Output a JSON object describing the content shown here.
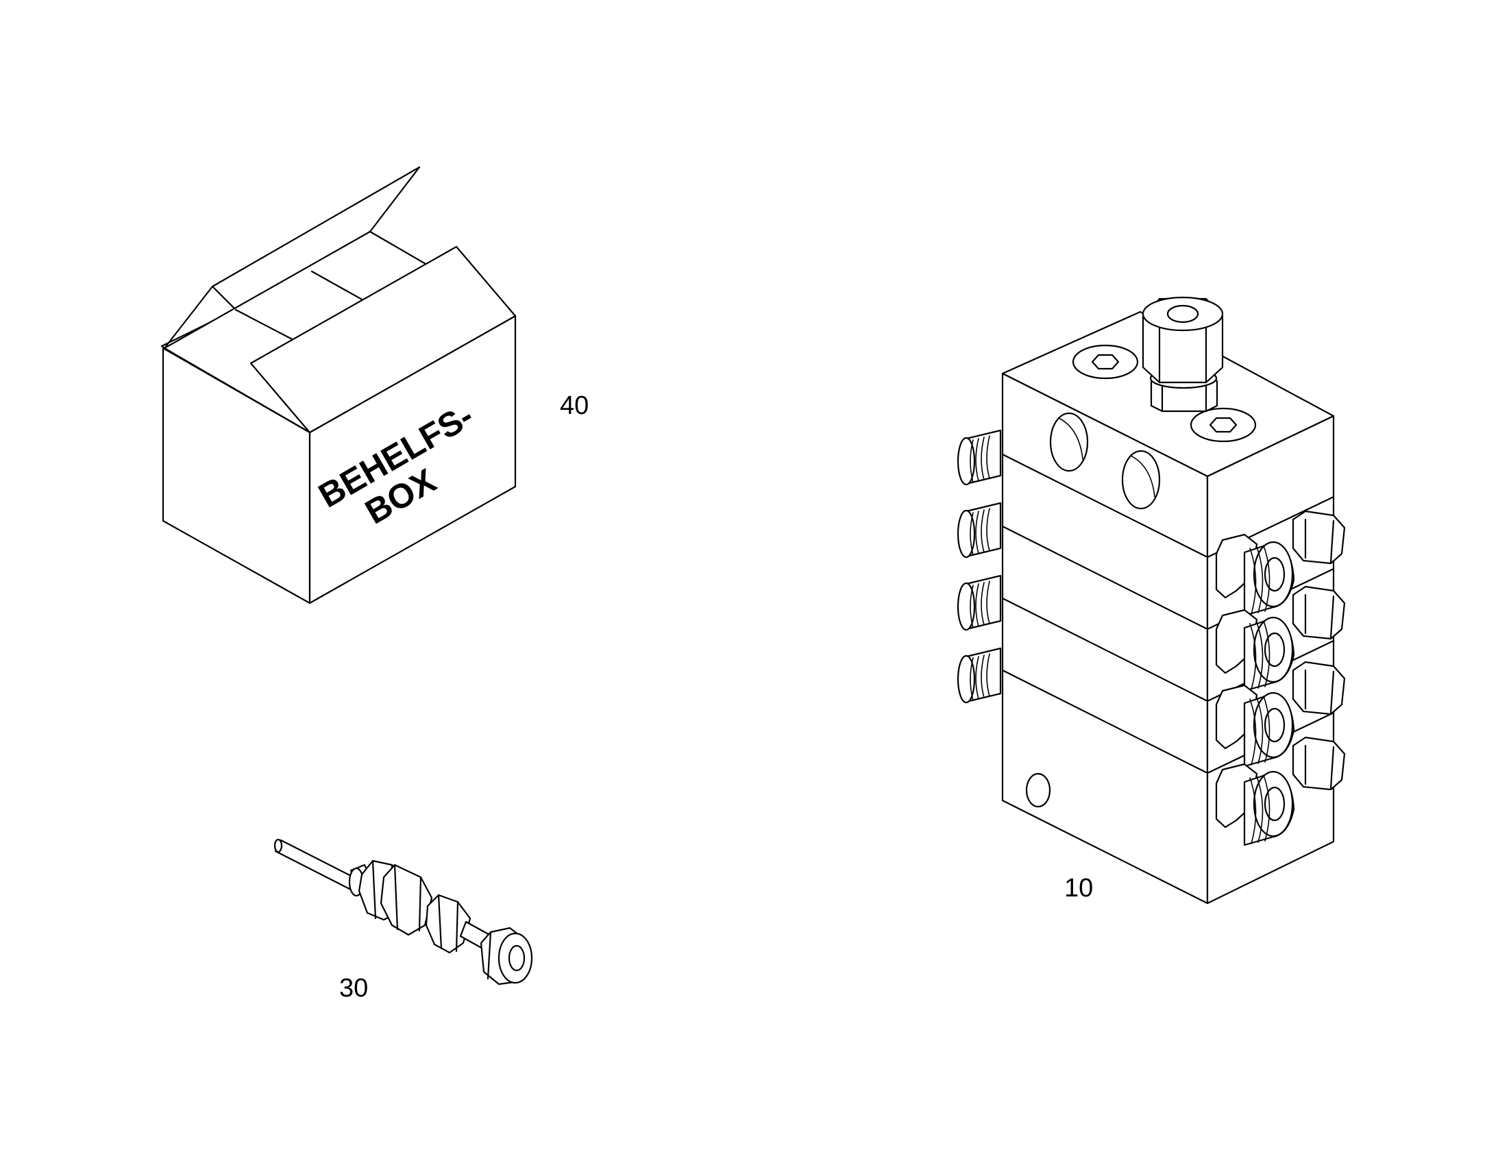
{
  "drawing": {
    "callouts": {
      "box": "40",
      "distributor": "10",
      "fitting": "30"
    },
    "box_label": {
      "line1": "BEHELFS-",
      "line2": "BOX"
    }
  }
}
